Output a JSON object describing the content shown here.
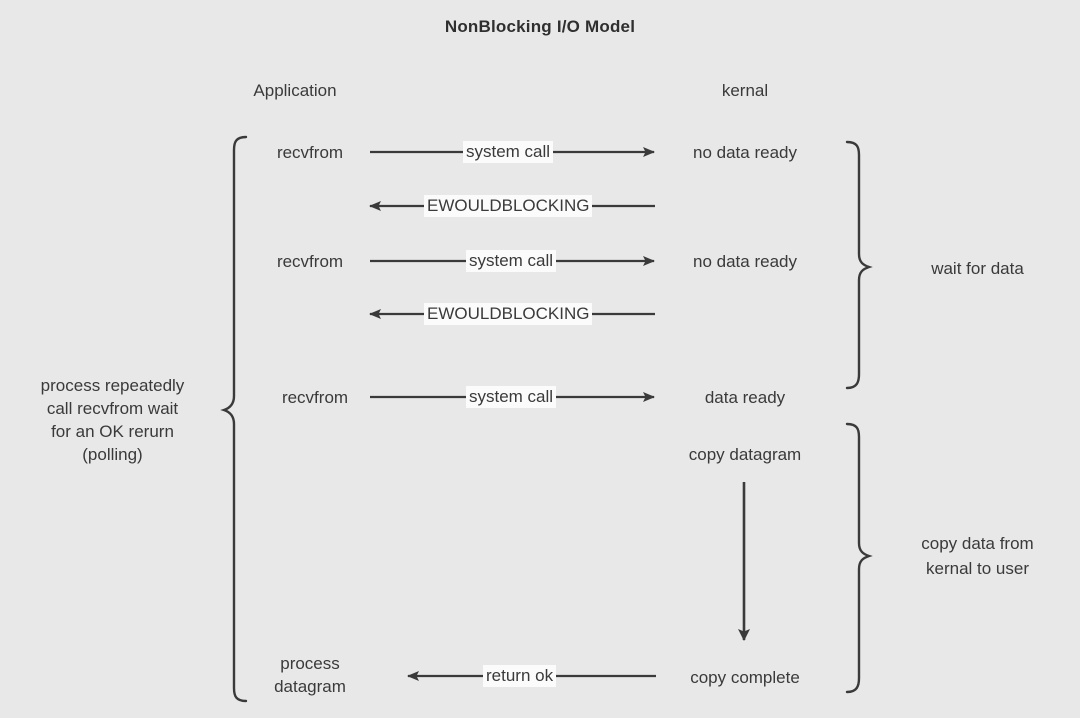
{
  "title": "NonBlocking I/O Model",
  "background_color": "#e8e8e8",
  "line_color": "#3a3a3a",
  "label_background": "#fbfbfb",
  "columns": {
    "left": "Application",
    "right": "kernal"
  },
  "left_brace_label": "process repeatedly\ncall recvfrom wait\nfor an OK rerurn\n(polling)",
  "left_brace_label_lines": [
    "process repeatedly",
    "call recvfrom wait",
    "for an OK rerurn",
    "(polling)"
  ],
  "right_brace_labels": {
    "wait": "wait for data",
    "copy_line1": "copy data from",
    "copy_line2": "kernal to user"
  },
  "rows": [
    {
      "id": "row-1",
      "app": "recvfrom",
      "edge_label": "system call",
      "direction": "right",
      "kernel": "no data ready"
    },
    {
      "id": "row-2",
      "app": "",
      "edge_label": "EWOULDBLOCKING",
      "direction": "left",
      "kernel": ""
    },
    {
      "id": "row-3",
      "app": "recvfrom",
      "edge_label": "system call",
      "direction": "right",
      "kernel": "no data ready"
    },
    {
      "id": "row-4",
      "app": "",
      "edge_label": "EWOULDBLOCKING",
      "direction": "left",
      "kernel": ""
    },
    {
      "id": "row-5",
      "app": "recvfrom",
      "edge_label": "system call",
      "direction": "right",
      "kernel": "data ready"
    }
  ],
  "copy_phase": {
    "kernel_start": "copy datagram",
    "kernel_end": "copy complete"
  },
  "final_row": {
    "app_line1": "process",
    "app_line2": "datagram",
    "edge_label": "return ok",
    "direction": "left",
    "kernel": "copy complete"
  }
}
